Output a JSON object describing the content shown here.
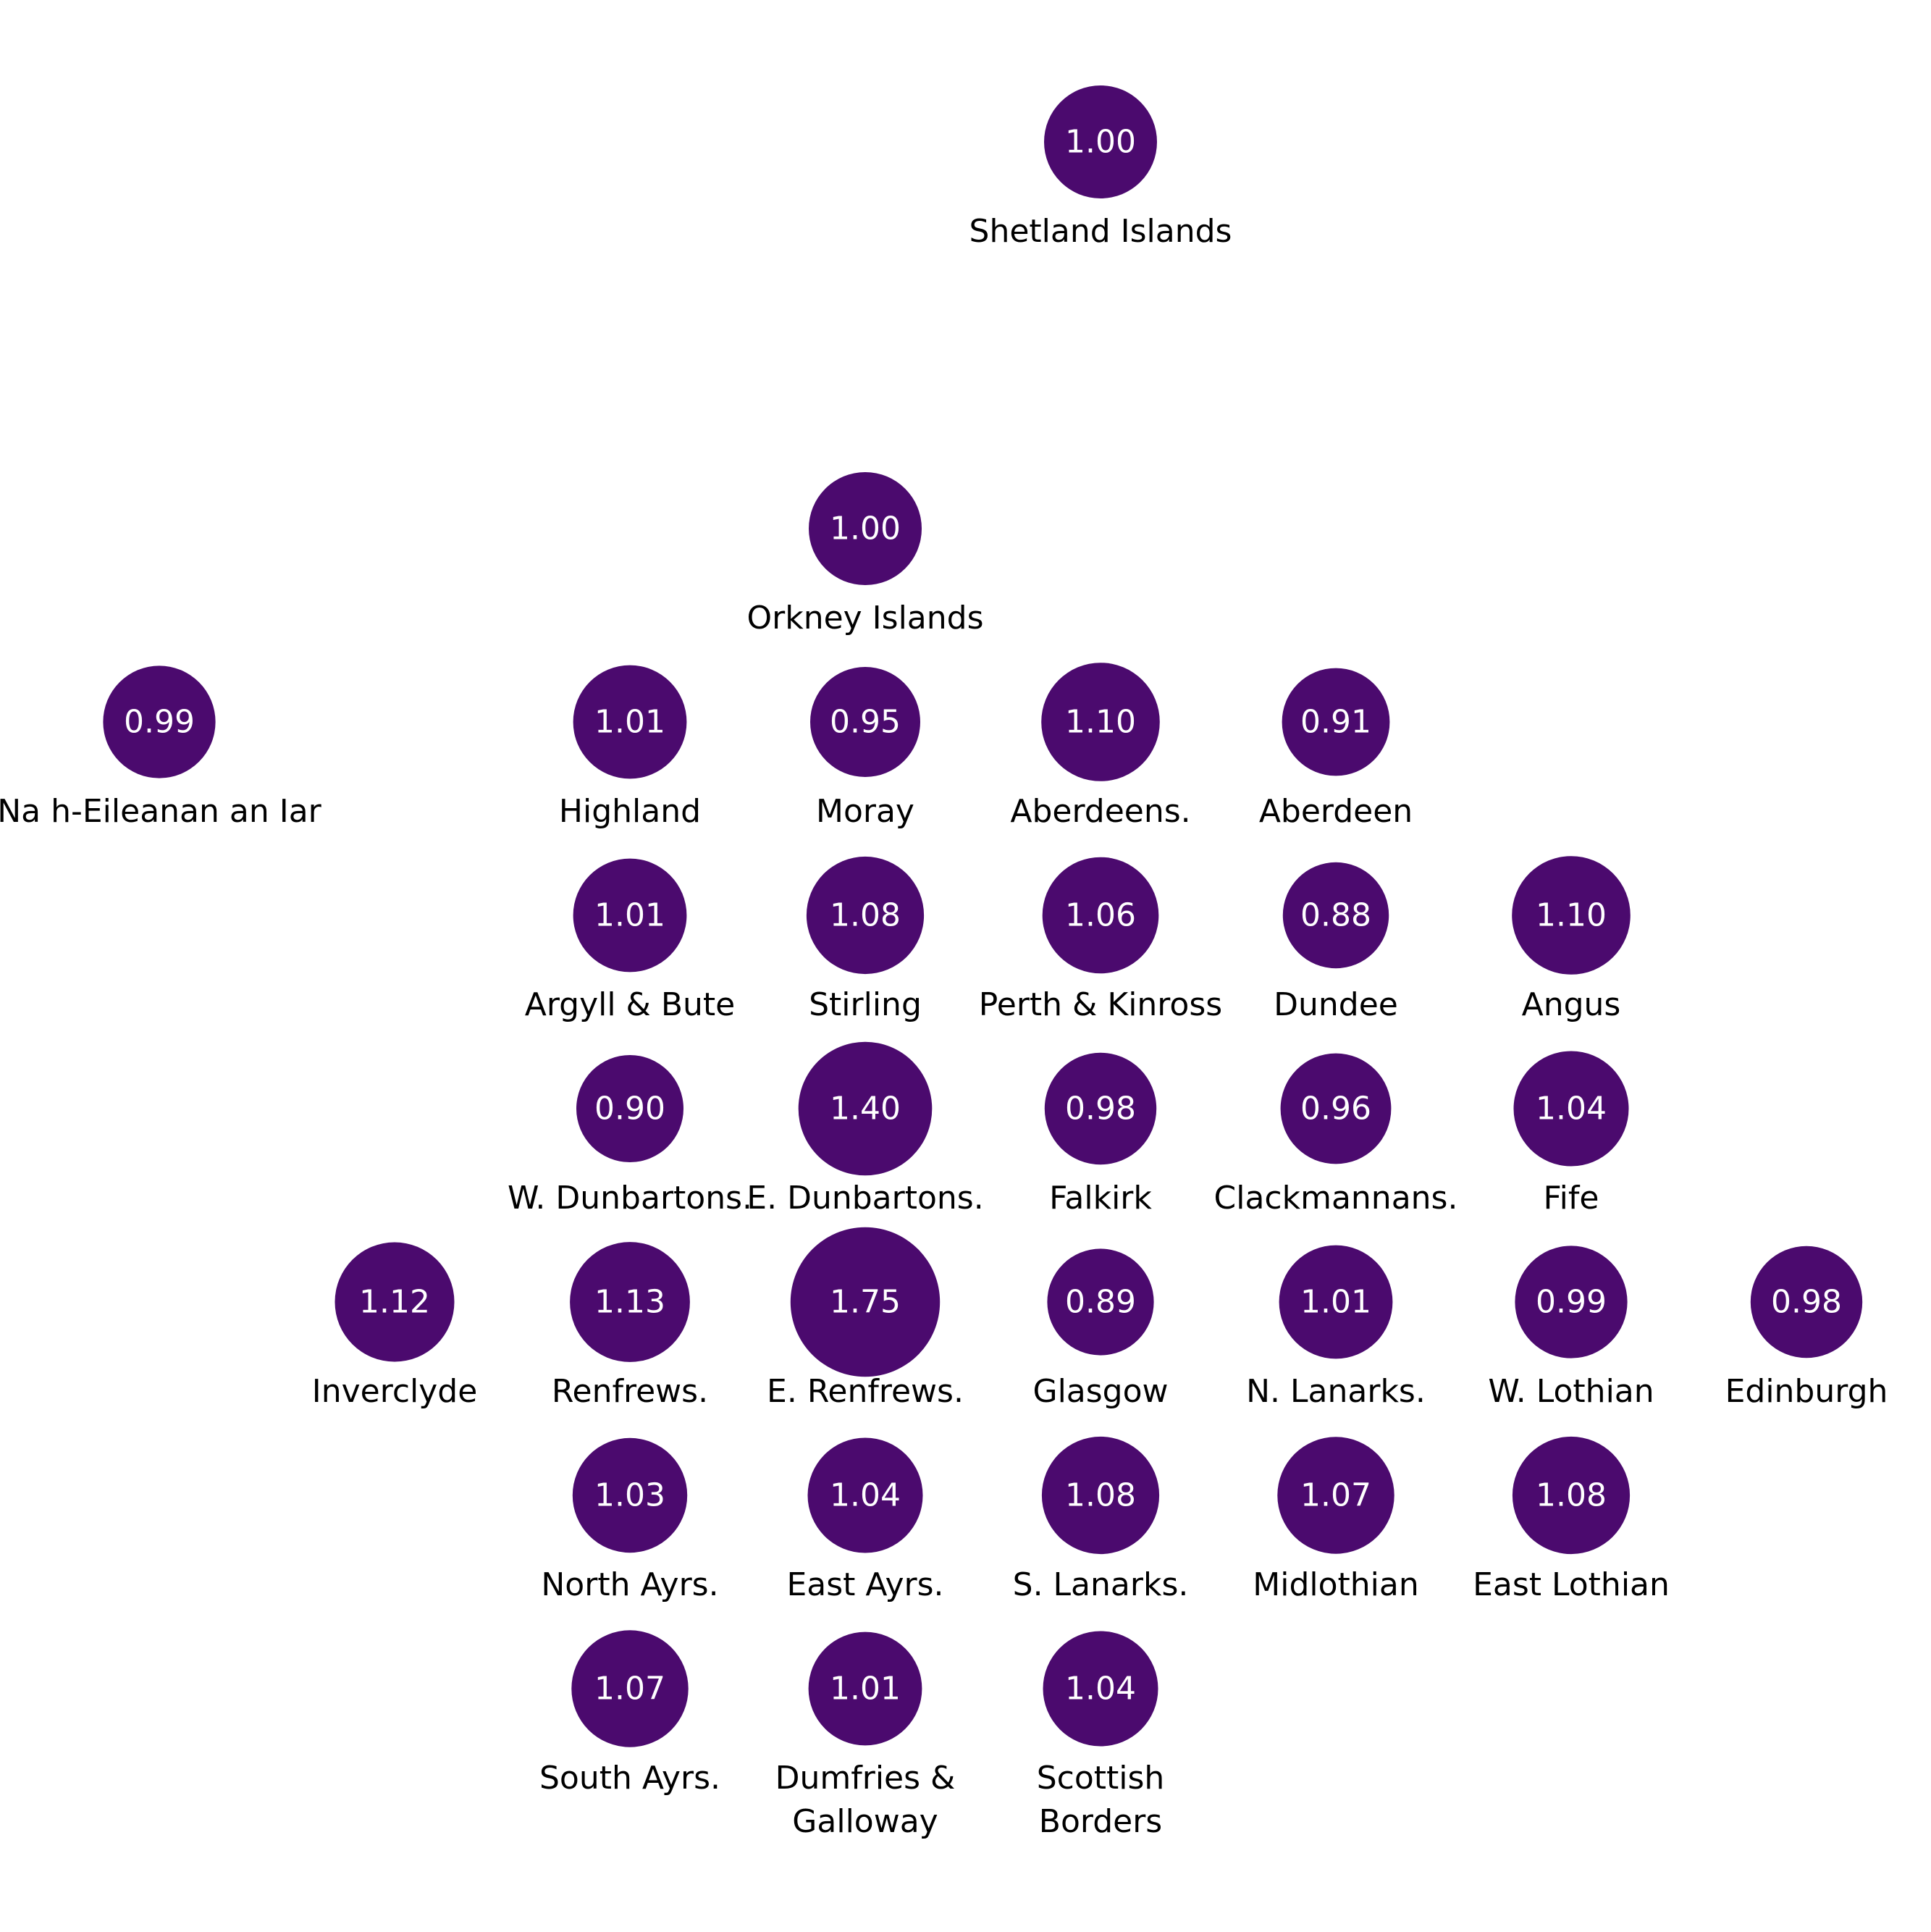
{
  "chart_data": {
    "type": "scatter",
    "title": "",
    "color": "#4B0A6E",
    "grid": false,
    "cols": 8,
    "rows": 10,
    "points": [
      {
        "name": [
          "Shetland Islands"
        ],
        "value": "1.00",
        "col": 4,
        "row": 0
      },
      {
        "name": [
          "Orkney Islands"
        ],
        "value": "1.00",
        "col": 3,
        "row": 2
      },
      {
        "name": [
          "Na h-Eileanan an Iar"
        ],
        "value": "0.99",
        "col": 0,
        "row": 3
      },
      {
        "name": [
          "Highland"
        ],
        "value": "1.01",
        "col": 2,
        "row": 3
      },
      {
        "name": [
          "Moray"
        ],
        "value": "0.95",
        "col": 3,
        "row": 3
      },
      {
        "name": [
          "Aberdeens."
        ],
        "value": "1.10",
        "col": 4,
        "row": 3
      },
      {
        "name": [
          "Aberdeen"
        ],
        "value": "0.91",
        "col": 5,
        "row": 3
      },
      {
        "name": [
          "Argyll & Bute"
        ],
        "value": "1.01",
        "col": 2,
        "row": 4
      },
      {
        "name": [
          "Stirling"
        ],
        "value": "1.08",
        "col": 3,
        "row": 4
      },
      {
        "name": [
          "Perth & Kinross"
        ],
        "value": "1.06",
        "col": 4,
        "row": 4
      },
      {
        "name": [
          "Dundee"
        ],
        "value": "0.88",
        "col": 5,
        "row": 4
      },
      {
        "name": [
          "Angus"
        ],
        "value": "1.10",
        "col": 6,
        "row": 4
      },
      {
        "name": [
          "W. Dunbartons."
        ],
        "value": "0.90",
        "col": 2,
        "row": 5
      },
      {
        "name": [
          "E. Dunbartons."
        ],
        "value": "1.40",
        "col": 3,
        "row": 5
      },
      {
        "name": [
          "Falkirk"
        ],
        "value": "0.98",
        "col": 4,
        "row": 5
      },
      {
        "name": [
          "Clackmannans."
        ],
        "value": "0.96",
        "col": 5,
        "row": 5
      },
      {
        "name": [
          "Fife"
        ],
        "value": "1.04",
        "col": 6,
        "row": 5
      },
      {
        "name": [
          "Inverclyde"
        ],
        "value": "1.12",
        "col": 1,
        "row": 6
      },
      {
        "name": [
          "Renfrews."
        ],
        "value": "1.13",
        "col": 2,
        "row": 6
      },
      {
        "name": [
          "E. Renfrews."
        ],
        "value": "1.75",
        "col": 3,
        "row": 6
      },
      {
        "name": [
          "Glasgow"
        ],
        "value": "0.89",
        "col": 4,
        "row": 6
      },
      {
        "name": [
          "N. Lanarks."
        ],
        "value": "1.01",
        "col": 5,
        "row": 6
      },
      {
        "name": [
          "W. Lothian"
        ],
        "value": "0.99",
        "col": 6,
        "row": 6
      },
      {
        "name": [
          "Edinburgh"
        ],
        "value": "0.98",
        "col": 7,
        "row": 6
      },
      {
        "name": [
          "North Ayrs."
        ],
        "value": "1.03",
        "col": 2,
        "row": 7
      },
      {
        "name": [
          "East Ayrs."
        ],
        "value": "1.04",
        "col": 3,
        "row": 7
      },
      {
        "name": [
          "S. Lanarks."
        ],
        "value": "1.08",
        "col": 4,
        "row": 7
      },
      {
        "name": [
          "Midlothian"
        ],
        "value": "1.07",
        "col": 5,
        "row": 7
      },
      {
        "name": [
          "East Lothian"
        ],
        "value": "1.08",
        "col": 6,
        "row": 7
      },
      {
        "name": [
          "South Ayrs."
        ],
        "value": "1.07",
        "col": 2,
        "row": 8
      },
      {
        "name": [
          "Dumfries &",
          "Galloway"
        ],
        "value": "1.01",
        "col": 3,
        "row": 8
      },
      {
        "name": [
          "Scottish",
          "Borders"
        ],
        "value": "1.04",
        "col": 4,
        "row": 8
      }
    ]
  }
}
